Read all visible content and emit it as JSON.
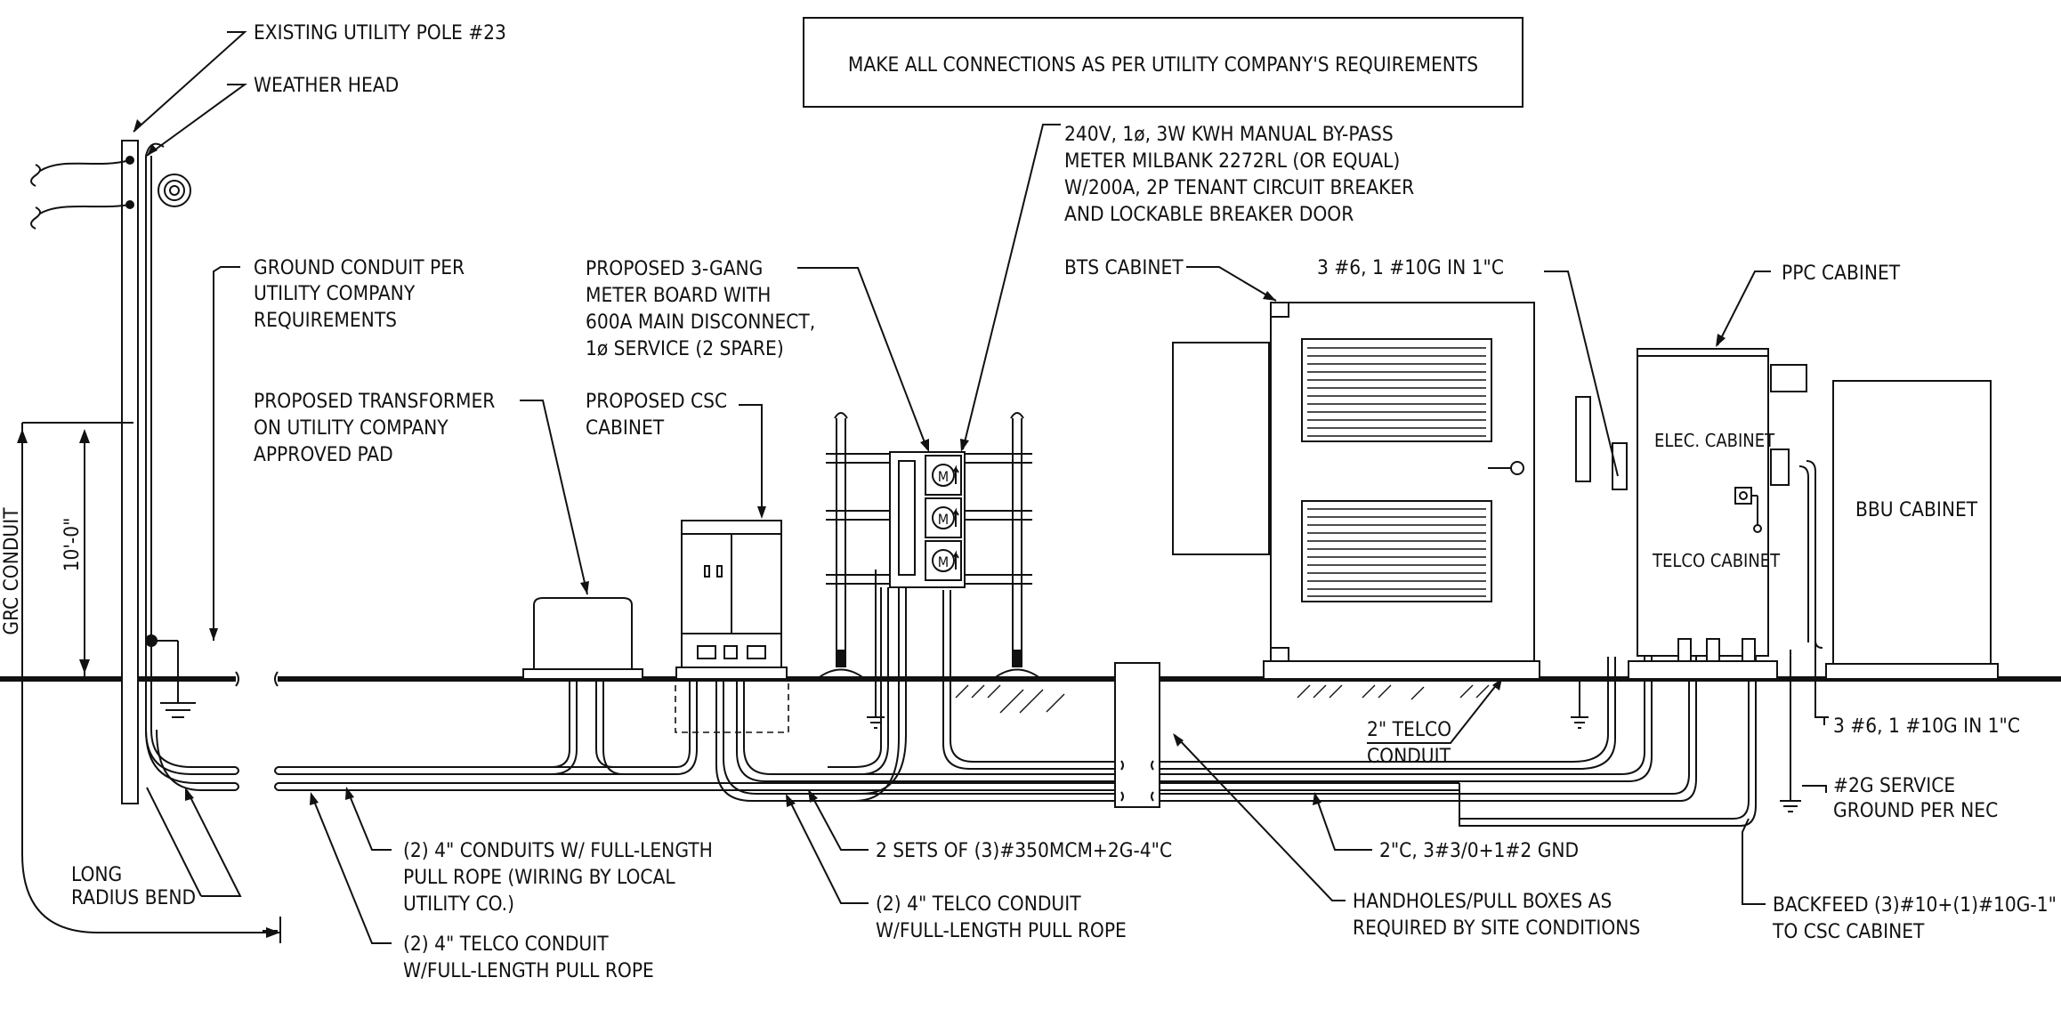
{
  "notes": {
    "title_box": "MAKE ALL CONNECTIONS AS PER UTILITY COMPANY'S REQUIREMENTS",
    "existing_pole": "EXISTING UTILITY POLE #23",
    "weather_head": "WEATHER HEAD",
    "ground_conduit": [
      "GROUND CONDUIT PER",
      "UTILITY COMPANY",
      "REQUIREMENTS"
    ],
    "transformer": [
      "PROPOSED TRANSFORMER",
      "ON UTILITY COMPANY",
      "APPROVED PAD"
    ],
    "csc_cabinet": [
      "PROPOSED CSC",
      "CABINET"
    ],
    "meter_board": [
      "PROPOSED 3-GANG",
      "METER BOARD WITH",
      "600A MAIN DISCONNECT,",
      "1ø SERVICE (2 SPARE)"
    ],
    "kwh_meter": [
      "240V, 1ø, 3W KWH MANUAL BY-PASS",
      "METER MILBANK 2272RL (OR EQUAL)",
      "W/200A, 2P TENANT CIRCUIT BREAKER",
      "AND LOCKABLE BREAKER DOOR"
    ],
    "bts_cabinet": "BTS CABINET",
    "feeder_top": "3 #6, 1 #10G IN 1\"C",
    "ppc_cabinet": "PPC CABINET",
    "elec_cabinet": "ELEC. CABINET",
    "telco_cabinet": "TELCO CABINET",
    "bbu_cabinet": "BBU CABINET",
    "grc_conduit": "GRC CONDUIT",
    "height_dim": "10'-0\"",
    "long_radius_bend": [
      "LONG",
      "RADIUS BEND"
    ],
    "utility_conduits": [
      "(2) 4\" CONDUITS W/ FULL-LENGTH",
      "PULL ROPE (WIRING BY LOCAL",
      "UTILITY CO.)"
    ],
    "telco_conduit_left": [
      "(2) 4\" TELCO CONDUIT",
      "W/FULL-LENGTH PULL ROPE"
    ],
    "sets_350mcm": "2 SETS OF (3)#350MCM+2G-4\"C",
    "telco_conduit_mid": [
      "(2) 4\" TELCO CONDUIT",
      "W/FULL-LENGTH PULL ROPE"
    ],
    "telco_2in": [
      "2\" TELCO",
      "CONDUIT"
    ],
    "conduit_2c": "2\"C, 3#3/0+1#2 GND",
    "handholes": [
      "HANDHOLES/PULL  BOXES AS",
      "REQUIRED  BY SITE CONDITIONS"
    ],
    "feeder_right": "3 #6, 1 #10G IN 1\"C",
    "service_ground": [
      "#2G SERVICE",
      "GROUND PER NEC"
    ],
    "backfeed": [
      "BACKFEED (3)#10+(1)#10G-1\"",
      "TO CSC CABINET"
    ],
    "meter_symbol": "M"
  }
}
